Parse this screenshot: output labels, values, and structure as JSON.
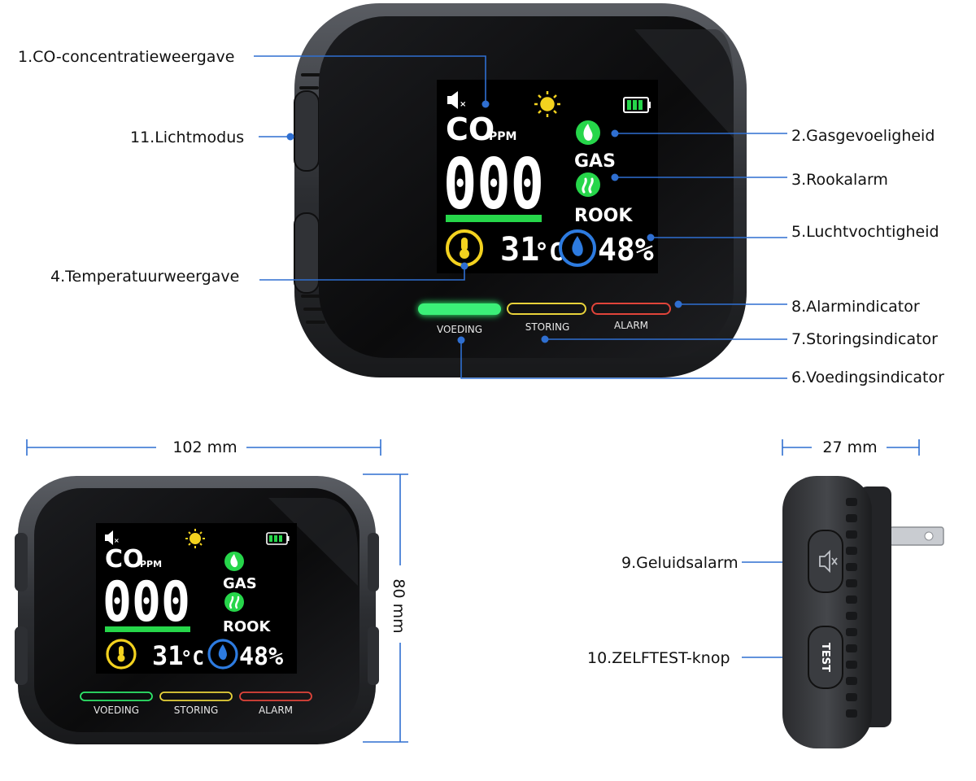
{
  "callouts": {
    "c1": "1.CO-concentratieweergave",
    "c2": "2.Gasgevoeligheid",
    "c3": "3.Rookalarm",
    "c4": "4.Temperatuurweergave",
    "c5": "5.Luchtvochtigheid",
    "c6": "6.Voedingsindicator",
    "c7": "7.Storingsindicator",
    "c8": "8.Alarmindicator",
    "c9": "9.Geluidsalarm",
    "c10": "10.ZELFTEST-knop",
    "c11": "11.Lichtmodus"
  },
  "display": {
    "co_label": "CO",
    "ppm_unit": "PPM",
    "co_value": "000",
    "gas_label": "GAS",
    "rook_label": "ROOK",
    "temperature": "31",
    "temp_unit": "°C",
    "humidity": "48%"
  },
  "leds": {
    "voeding": "VOEDING",
    "storing": "STORING",
    "alarm": "ALARM"
  },
  "dimensions": {
    "width": "102 mm",
    "height": "80 mm",
    "depth": "27 mm"
  },
  "side_buttons": {
    "test": "TEST"
  },
  "colors": {
    "callout_line": "#2f6fd1",
    "led_green": "#2ee86a",
    "led_yellow": "#e8d23a",
    "led_red": "#e0443a",
    "lcd_green": "#26d64a",
    "lcd_yellow": "#f3d21f",
    "lcd_blue": "#2d7be0"
  },
  "icons": [
    "mute-icon",
    "sun-icon",
    "battery-icon",
    "flame-icon",
    "smoke-icon",
    "thermometer-icon",
    "humidity-icon",
    "speaker-mute-icon"
  ]
}
